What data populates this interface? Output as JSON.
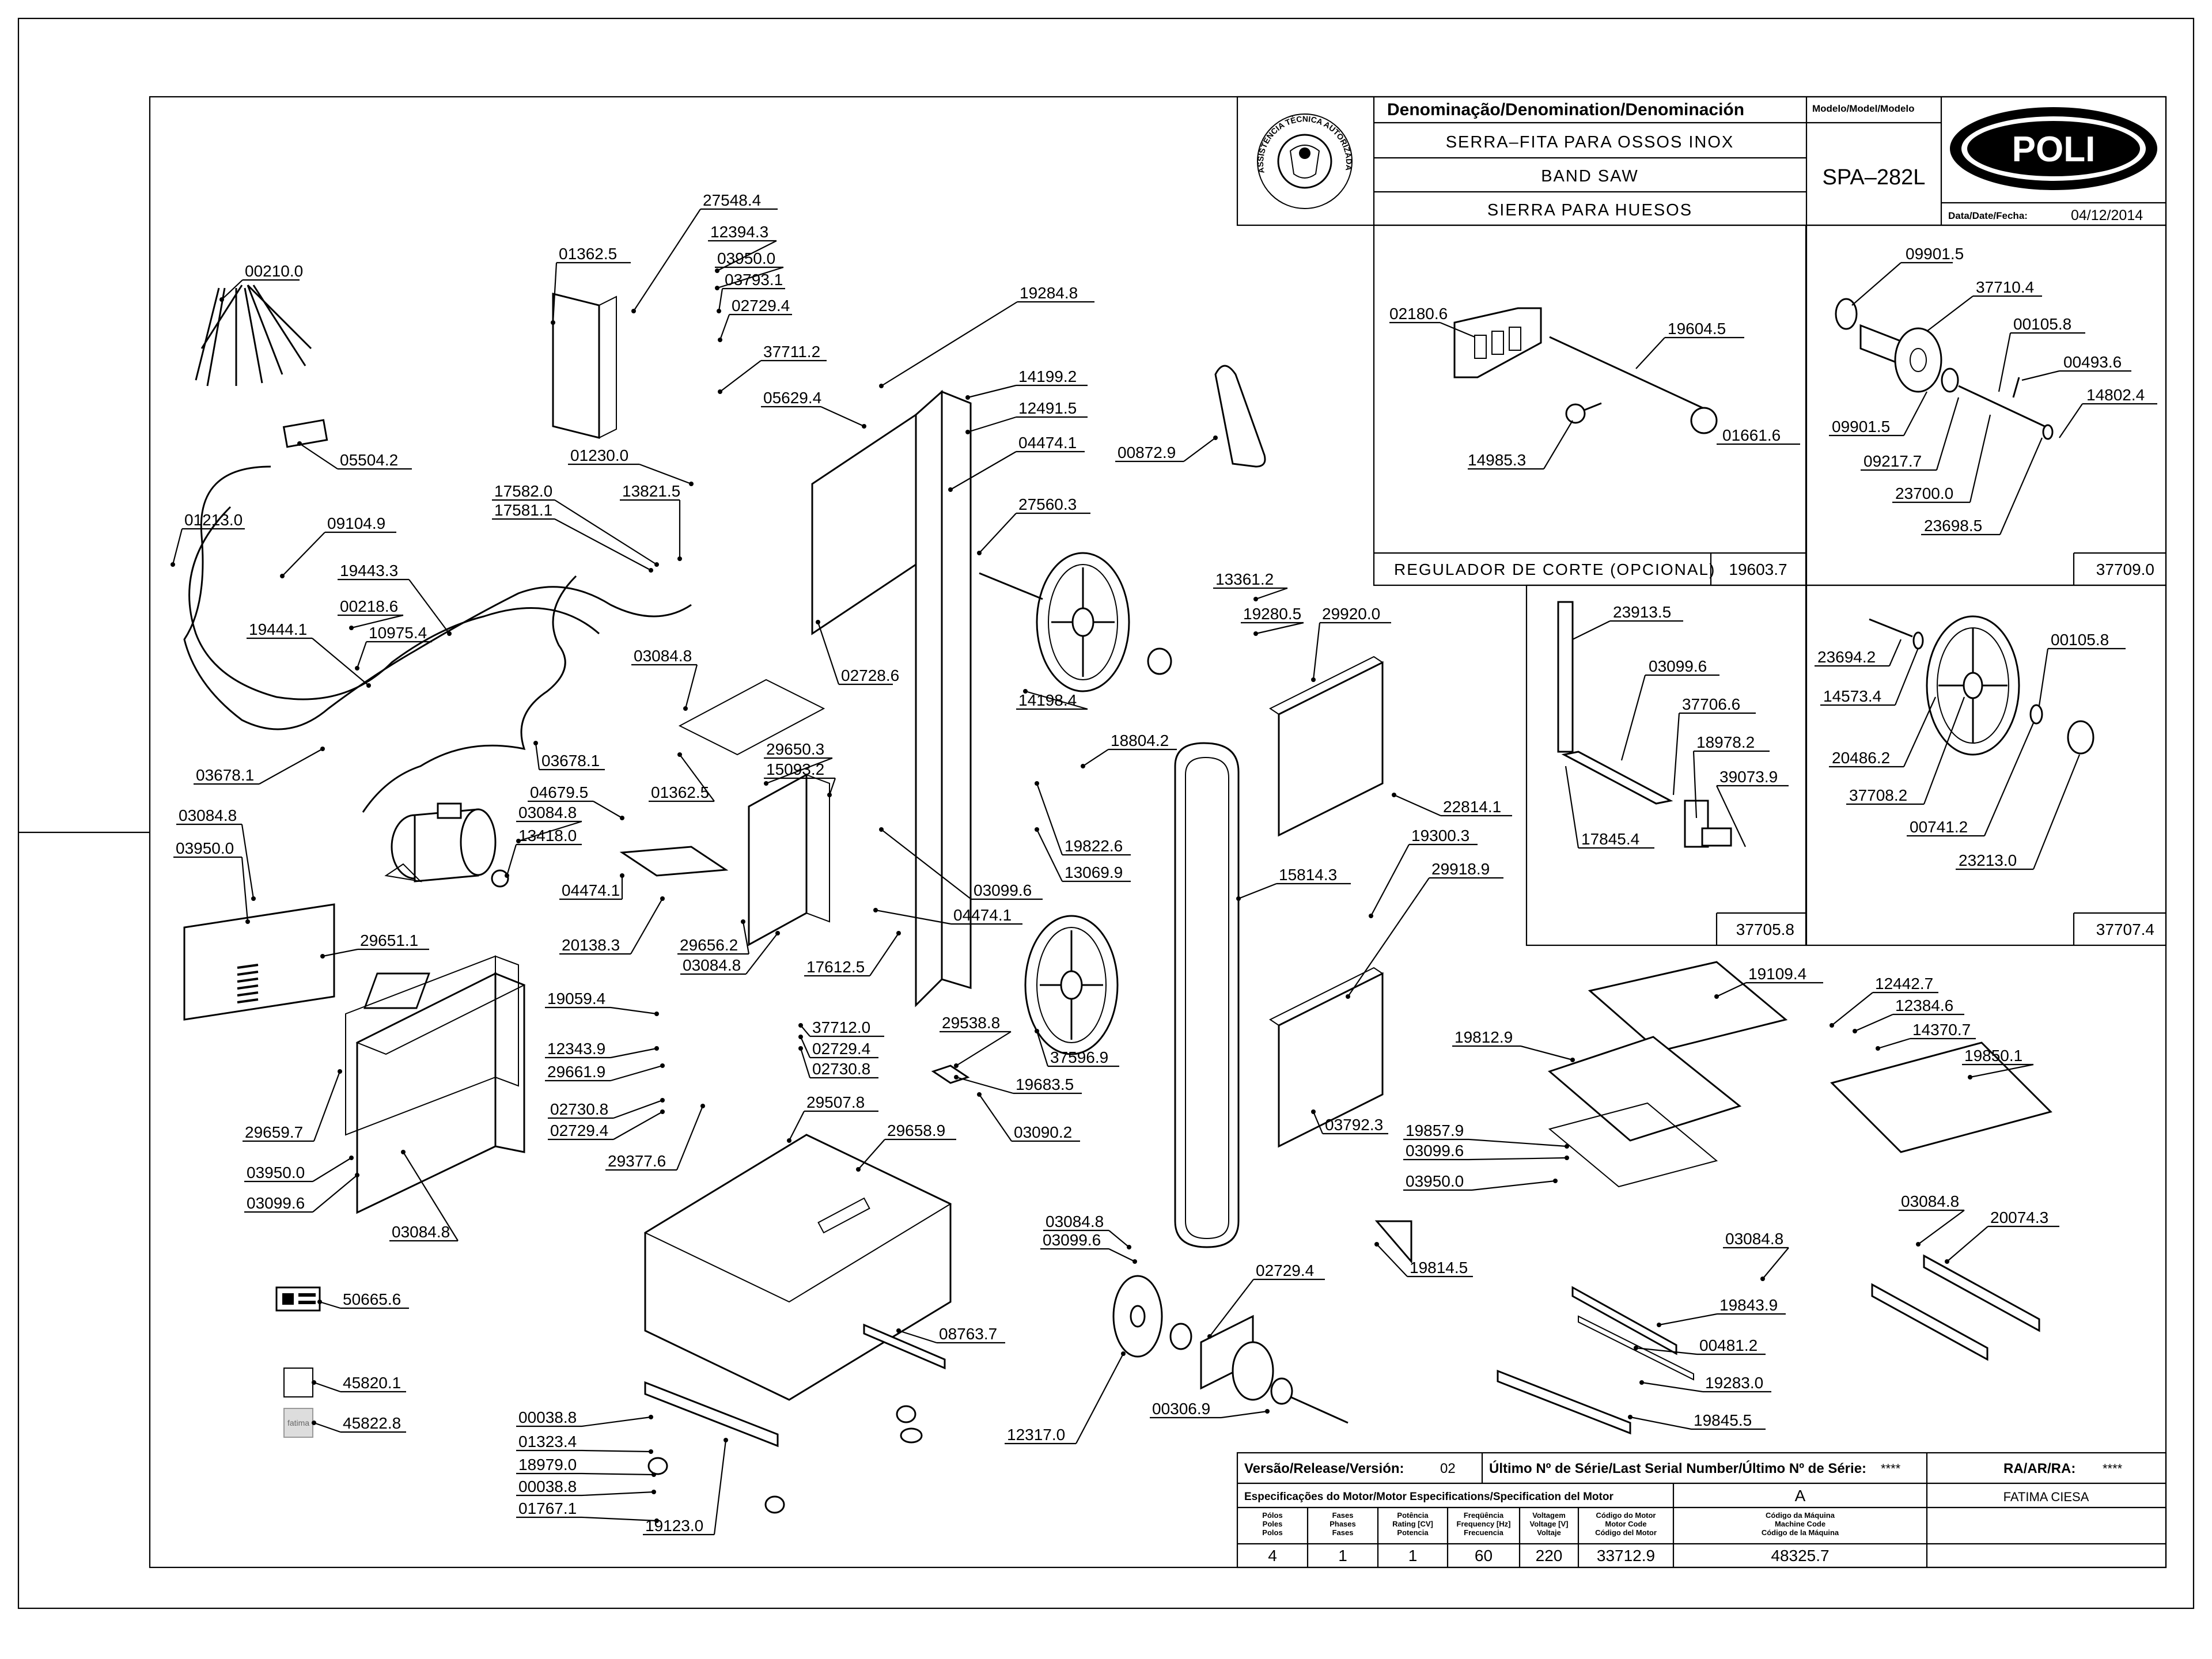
{
  "title_block": {
    "denomination_header": "Denominação/Denomination/Denominación",
    "model_header": "Modelo/Model/Modelo",
    "name_pt": "SERRA–FITA PARA OSSOS INOX",
    "name_en": "BAND SAW",
    "name_es": "SIERRA PARA HUESOS",
    "model": "SPA–282L",
    "brand": "POLI",
    "date_label": "Data/Date/Fecha:",
    "date_value": "04/12/2014",
    "seal_text": "ASSISTÊNCIA TÉCNICA AUTORIZADA"
  },
  "inset_regulator": {
    "caption": "REGULADOR DE CORTE (OPCIONAL)",
    "code": "19603.7",
    "labels": [
      "02180.6",
      "19604.5",
      "14985.3",
      "01661.6"
    ]
  },
  "inset_top_right": {
    "code": "37709.0",
    "labels": [
      "09901.5",
      "37710.4",
      "00105.8",
      "00493.6",
      "14802.4",
      "09901.5",
      "09217.7",
      "23700.0",
      "23698.5"
    ]
  },
  "inset_mid_left": {
    "code": "37705.8",
    "labels": [
      "23913.5",
      "03099.6",
      "37706.6",
      "18978.2",
      "39073.9",
      "17845.4"
    ]
  },
  "inset_mid_right": {
    "code": "37707.4",
    "labels": [
      "23694.2",
      "00105.8",
      "14573.4",
      "20486.2",
      "37708.2",
      "00741.2",
      "23213.0"
    ]
  },
  "parts": [
    "00210.0",
    "01362.5",
    "27548.4",
    "12394.3",
    "03950.0",
    "03793.1",
    "02729.4",
    "37711.2",
    "19284.8",
    "14199.2",
    "12491.5",
    "05629.4",
    "04474.1",
    "00872.9",
    "05504.2",
    "01230.0",
    "17582.0",
    "13821.5",
    "17581.1",
    "27560.3",
    "01213.0",
    "09104.9",
    "19443.3",
    "00218.6",
    "19444.1",
    "10975.4",
    "13361.2",
    "19280.5",
    "29920.0",
    "03084.8",
    "02728.6",
    "14198.4",
    "18804.2",
    "03678.1",
    "03678.1",
    "29650.3",
    "15093.2",
    "01362.5",
    "04679.5",
    "03084.8",
    "13418.0",
    "22814.1",
    "03084.8",
    "03950.0",
    "19300.3",
    "19822.6",
    "29918.9",
    "13069.9",
    "04474.1",
    "15814.3",
    "03099.6",
    "20138.3",
    "29656.2",
    "04474.1",
    "03084.8",
    "29651.1",
    "17612.5",
    "19109.4",
    "19059.4",
    "37712.0",
    "29538.8",
    "12442.7",
    "12384.6",
    "12343.9",
    "02729.4",
    "14370.7",
    "19812.9",
    "19850.1",
    "29661.9",
    "02730.8",
    "37596.9",
    "19683.5",
    "02730.8",
    "29507.8",
    "02729.4",
    "29659.7",
    "29658.9",
    "03090.2",
    "03792.3",
    "19857.9",
    "03099.6",
    "29377.6",
    "03950.0",
    "03950.0",
    "03099.6",
    "03084.8",
    "03084.8",
    "03099.6",
    "03084.8",
    "20074.3",
    "03084.8",
    "19814.5",
    "02729.4",
    "19843.9",
    "50665.6",
    "08763.7",
    "00481.2",
    "45820.1",
    "19283.0",
    "00306.9",
    "45822.8",
    "00038.8",
    "01323.4",
    "19845.5",
    "12317.0",
    "18979.0",
    "00038.8",
    "01767.1",
    "19123.0"
  ],
  "footer": {
    "version_label": "Versão/Release/Versión:",
    "version_value": "02",
    "serial_label": "Último Nº de Série/Last Serial Number/Último Nº de Série:",
    "serial_value": "****",
    "ra_label": "RA/AR/RA:",
    "ra_value": "****",
    "motor_spec_label": "Especificações do Motor/Motor Especifications/Specification del Motor",
    "motor_letter": "A",
    "manufacturer": "FATIMA CIESA",
    "columns": [
      {
        "h1": "Pólos",
        "h2": "Poles",
        "h3": "Polos",
        "value": "4"
      },
      {
        "h1": "Fases",
        "h2": "Phases",
        "h3": "Fases",
        "value": "1"
      },
      {
        "h1": "Potência",
        "h2": "Rating [CV]",
        "h3": "Potencia",
        "value": "1"
      },
      {
        "h1": "Freqüência",
        "h2": "Frequency [Hz]",
        "h3": "Frecuencia",
        "value": "60"
      },
      {
        "h1": "Voltagem",
        "h2": "Voltage [V]",
        "h3": "Voltaje",
        "value": "220"
      },
      {
        "h1": "Código do Motor",
        "h2": "Motor Code",
        "h3": "Código del Motor",
        "value": "33712.9"
      },
      {
        "h1": "Código da Máquina",
        "h2": "Machine Code",
        "h3": "Código de la Máquina",
        "value": "48325.7"
      }
    ]
  },
  "decal_text": "fatima"
}
